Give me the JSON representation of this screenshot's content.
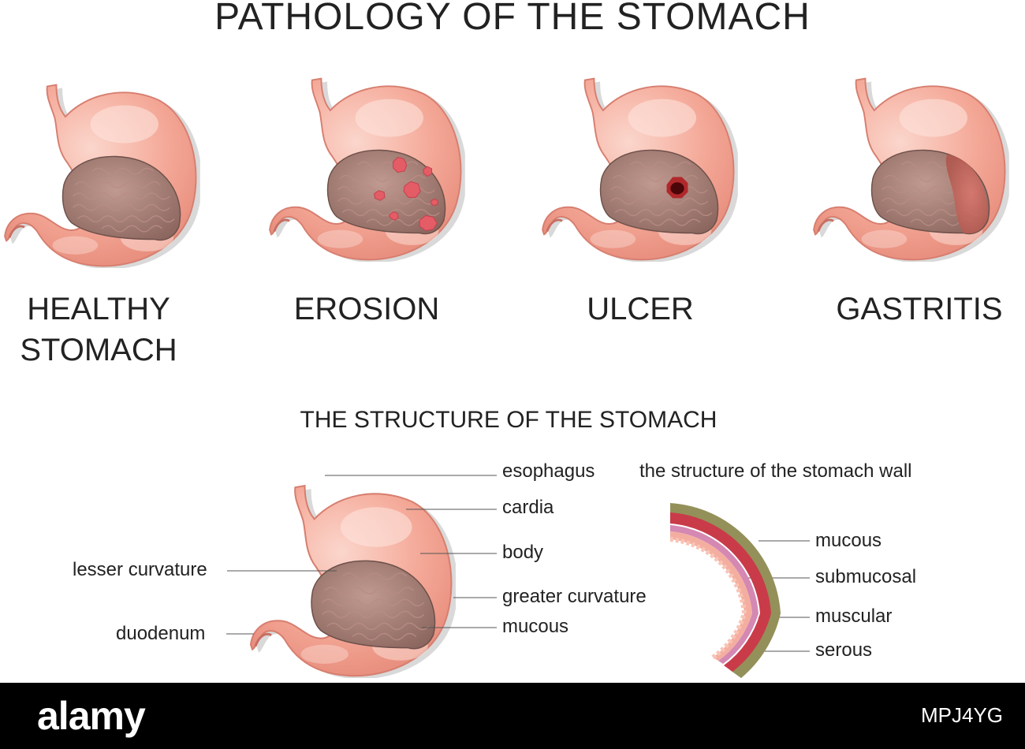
{
  "title": "PATHOLOGY OF THE STOMACH",
  "conditions": [
    {
      "line1": "HEALTHY",
      "line2": "STOMACH",
      "state": "healthy"
    },
    {
      "line1": "EROSION",
      "line2": "",
      "state": "erosion"
    },
    {
      "line1": "ULCER",
      "line2": "",
      "state": "ulcer"
    },
    {
      "line1": "GASTRITIS",
      "line2": "",
      "state": "gastritis"
    }
  ],
  "structure_title": "THE STRUCTURE OF THE STOMACH",
  "anatomy_labels": {
    "esophagus": "esophagus",
    "cardia": "cardia",
    "body": "body",
    "lesser_curvature": "lesser curvature",
    "greater_curvature": "greater curvature",
    "mucous": "mucous",
    "duodenum": "duodenum"
  },
  "wall": {
    "title": "the structure of the stomach wall",
    "layers": {
      "mucous": "mucous",
      "submucosal": "submucosal",
      "muscular": "muscular",
      "serous": "serous"
    }
  },
  "footer": {
    "logo": "alamy",
    "image_id": "MPJ4YG"
  },
  "colors": {
    "stomach": "#f4a796",
    "stomach_dark": "#dc7a6e",
    "mucosa": "#a68077",
    "erosion": "#e35c66",
    "ulcer": "#6a0c0f",
    "gastritis": "#c86961",
    "wall_serous": "#94905a",
    "wall_muscular": "#c93b49",
    "wall_submucosal": "#d488b2",
    "wall_mucous": "#f4aea0"
  }
}
